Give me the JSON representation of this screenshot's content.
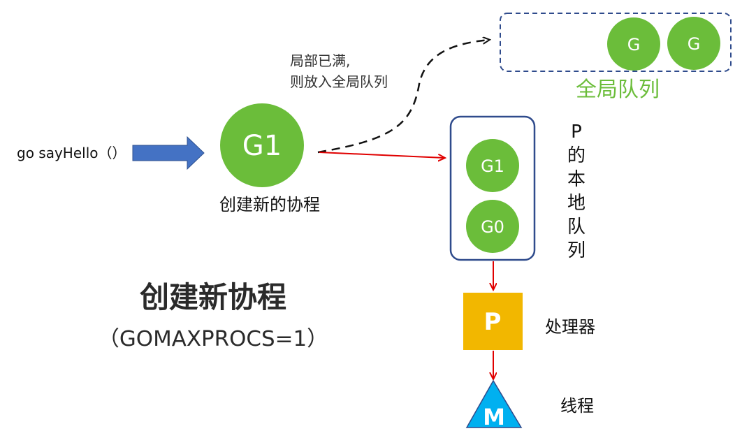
{
  "colors": {
    "goroutine_green": "#6bbd3a",
    "queue_border": "#2f4b8c",
    "global_queue_label": "#6bbd3a",
    "processor_fill": "#f2b700",
    "thread_fill": "#00b0f0",
    "arrow_blue": "#4472c4",
    "arrow_red": "#e00000",
    "text": "#111111"
  },
  "call": {
    "label": "go sayHello（）"
  },
  "new_goroutine": {
    "label": "G1",
    "caption": "创建新的协程"
  },
  "overflow_note": {
    "line1": "局部已满,",
    "line2": "则放入全局队列"
  },
  "global_queue": {
    "label": "全局队列",
    "goroutines": [
      "G",
      "G"
    ]
  },
  "local_queue": {
    "label_chars": [
      "P",
      "的",
      "本",
      "地",
      "队",
      "列"
    ],
    "goroutines": [
      "G1",
      "G0"
    ]
  },
  "processor": {
    "label": "P",
    "caption": "处理器"
  },
  "thread": {
    "label": "M",
    "caption": "线程"
  },
  "title": {
    "line1": "创建新协程",
    "line2": "（GOMAXPROCS=1）"
  }
}
